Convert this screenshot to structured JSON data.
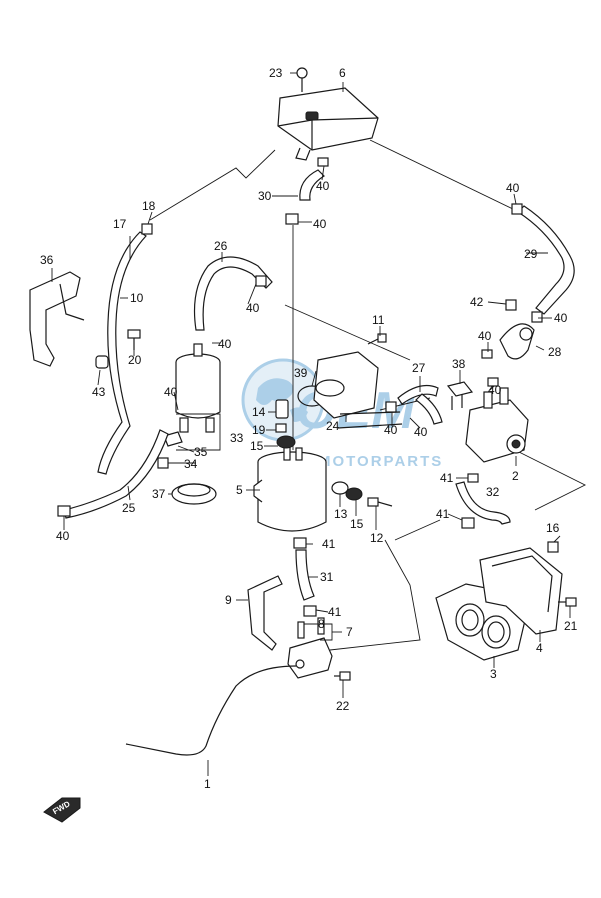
{
  "watermark": {
    "brand": "OEM",
    "tagline": "MOTORPARTS",
    "colors": {
      "blue": "#6aa8d6",
      "light": "#cfe2f1"
    }
  },
  "fwd_badge": {
    "text": "FWD"
  },
  "callouts": [
    {
      "id": "c23",
      "text": "23"
    },
    {
      "id": "c6",
      "text": "6"
    },
    {
      "id": "c40a",
      "text": "40"
    },
    {
      "id": "c30",
      "text": "30"
    },
    {
      "id": "c40b",
      "text": "40"
    },
    {
      "id": "c40c",
      "text": "40"
    },
    {
      "id": "c29",
      "text": "29"
    },
    {
      "id": "c18",
      "text": "18"
    },
    {
      "id": "c17",
      "text": "17"
    },
    {
      "id": "c36",
      "text": "36"
    },
    {
      "id": "c10",
      "text": "10"
    },
    {
      "id": "c26",
      "text": "26"
    },
    {
      "id": "c40d",
      "text": "40"
    },
    {
      "id": "c42",
      "text": "42"
    },
    {
      "id": "c40e",
      "text": "40"
    },
    {
      "id": "c11",
      "text": "11"
    },
    {
      "id": "c20",
      "text": "20"
    },
    {
      "id": "c40f",
      "text": "40"
    },
    {
      "id": "c40g",
      "text": "40"
    },
    {
      "id": "c28",
      "text": "28"
    },
    {
      "id": "c43",
      "text": "43"
    },
    {
      "id": "c38",
      "text": "38"
    },
    {
      "id": "c27",
      "text": "27"
    },
    {
      "id": "c39",
      "text": "39"
    },
    {
      "id": "c40h",
      "text": "40"
    },
    {
      "id": "c40i",
      "text": "40"
    },
    {
      "id": "c14",
      "text": "14"
    },
    {
      "id": "c24",
      "text": "24"
    },
    {
      "id": "c40j",
      "text": "40"
    },
    {
      "id": "c40k",
      "text": "40"
    },
    {
      "id": "c19",
      "text": "19"
    },
    {
      "id": "c33",
      "text": "33"
    },
    {
      "id": "c35",
      "text": "35"
    },
    {
      "id": "c15a",
      "text": "15"
    },
    {
      "id": "c34",
      "text": "34"
    },
    {
      "id": "c2",
      "text": "2"
    },
    {
      "id": "c41a",
      "text": "41"
    },
    {
      "id": "c32",
      "text": "32"
    },
    {
      "id": "c37",
      "text": "37"
    },
    {
      "id": "c5",
      "text": "5"
    },
    {
      "id": "c13",
      "text": "13"
    },
    {
      "id": "c15b",
      "text": "15"
    },
    {
      "id": "c25",
      "text": "25"
    },
    {
      "id": "c12",
      "text": "12"
    },
    {
      "id": "c41b",
      "text": "41"
    },
    {
      "id": "c40l",
      "text": "40"
    },
    {
      "id": "c16",
      "text": "16"
    },
    {
      "id": "c41c",
      "text": "41"
    },
    {
      "id": "c31",
      "text": "31"
    },
    {
      "id": "c9",
      "text": "9"
    },
    {
      "id": "c41d",
      "text": "41"
    },
    {
      "id": "c8",
      "text": "8"
    },
    {
      "id": "c7",
      "text": "7"
    },
    {
      "id": "c21",
      "text": "21"
    },
    {
      "id": "c4",
      "text": "4"
    },
    {
      "id": "c3",
      "text": "3"
    },
    {
      "id": "c22",
      "text": "22"
    },
    {
      "id": "c1",
      "text": "1"
    }
  ]
}
